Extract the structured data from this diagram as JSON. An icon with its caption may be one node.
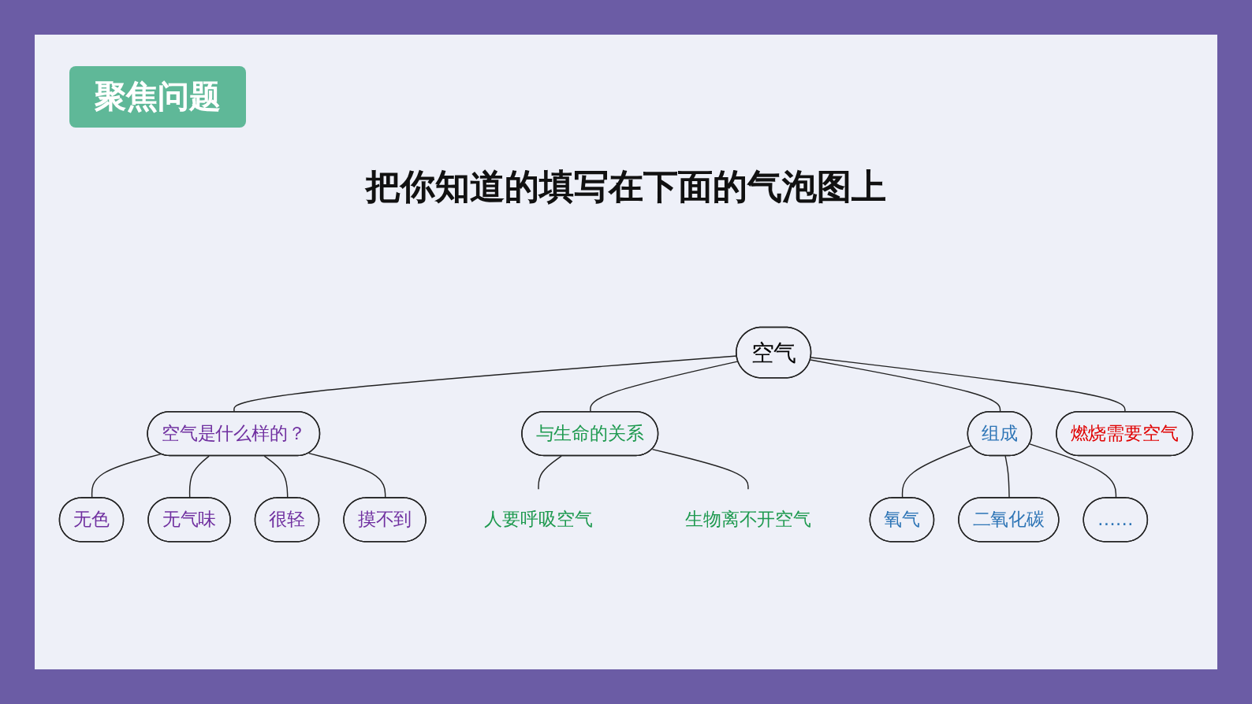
{
  "diagram": {
    "title": "把你知道的填写在下面的气泡图上",
    "nodes": [
      {
        "text": [
          "无色"
        ]
      },
      {
        "text": [
          "无气味"
        ]
      },
      {
        "text": [
          "很轻"
        ]
      },
      {
        "text": [
          "摸不到"
        ]
      },
      {
        "text": [
          "空气是什么样的？"
        ]
      },
      {
        "text": [
          "人要呼吸空气"
        ]
      },
      {
        "text": [
          "氧气"
        ]
      },
      {
        "text": [
          "与生命的关系"
        ]
      },
      {
        "text": [
          "空气"
        ]
      },
      {
        "text": [
          "组成"
        ]
      },
      {
        "text": [
          "二氧化碳"
        ]
      },
      {
        "text": [
          "生物离不开空气"
        ]
      },
      {
        "text": [
          "……"
        ]
      },
      {
        "text": [
          "燃烧需要空气"
        ]
      }
    ],
    "edges": [
      {
        "from": 8,
        "to": 4,
        "arrow": "none"
      },
      {
        "from": 4,
        "to": 0,
        "arrow": "none"
      },
      {
        "from": 4,
        "to": 1,
        "arrow": "none"
      },
      {
        "from": 4,
        "to": 2,
        "arrow": "none"
      },
      {
        "from": 4,
        "to": 3,
        "arrow": "none"
      },
      {
        "from": 8,
        "to": 7,
        "arrow": "none"
      },
      {
        "from": 7,
        "to": 5,
        "arrow": "none"
      },
      {
        "from": 7,
        "to": 11,
        "arrow": "none"
      },
      {
        "from": 8,
        "to": 9,
        "arrow": "none"
      },
      {
        "from": 9,
        "to": 6,
        "arrow": "none"
      },
      {
        "from": 9,
        "to": 10,
        "arrow": "none"
      },
      {
        "from": 9,
        "to": 12,
        "arrow": "none"
      },
      {
        "from": 8,
        "to": 13,
        "arrow": "none"
      }
    ],
    "labels": [
      "聚焦问题"
    ]
  }
}
